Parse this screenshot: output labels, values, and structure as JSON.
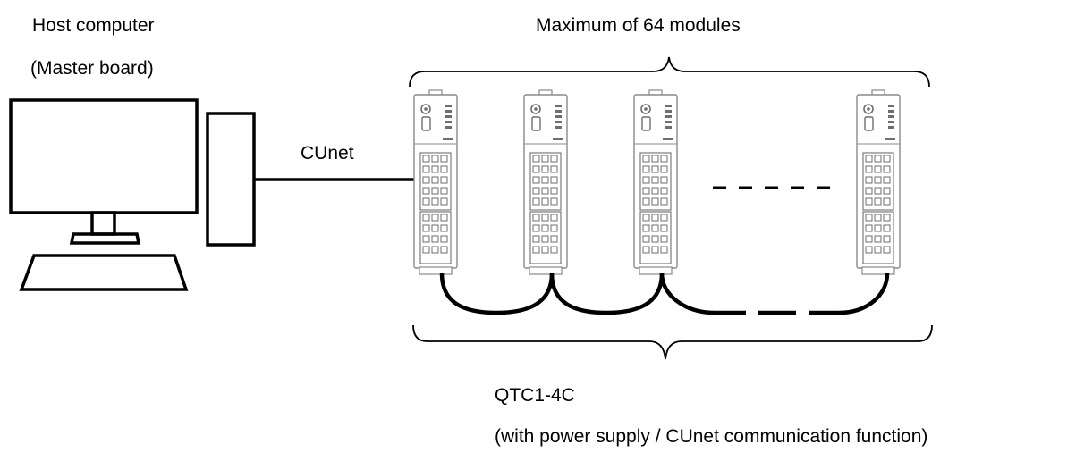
{
  "host": {
    "line1": "Host computer",
    "line2": "(Master board)"
  },
  "link_label": "CUnet",
  "top_brace_label": "Maximum of 64 modules",
  "module": {
    "name": "QTC1-4C",
    "description": "(with power supply / CUnet communication function)"
  },
  "modules_drawn": 4,
  "ellipsis": "- - - - -",
  "colors": {
    "line": "#000000",
    "module_body": "#ffffff",
    "module_outline": "#8a8a8a",
    "module_detail": "#6e6e6e"
  }
}
